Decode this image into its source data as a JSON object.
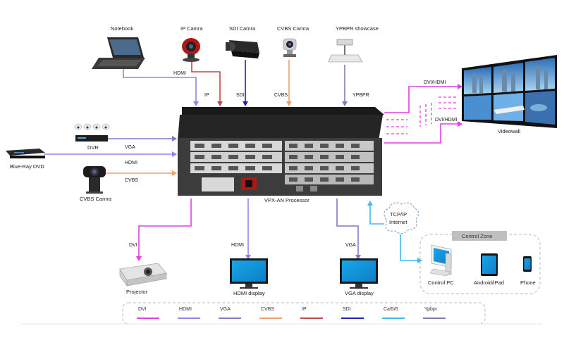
{
  "colors": {
    "dvi": "#e040e0",
    "hdmi": "#9b7fe8",
    "vga": "#8a74c8",
    "cvbs": "#f0a068",
    "ip": "#c04848",
    "sdi": "#2020b8",
    "cat": "#40b8f0",
    "ypbpr": "#8878b0"
  },
  "devices": {
    "notebook": "Notebook",
    "ip_camera": "IP Camra",
    "sdi_camera": "SDI Camra",
    "cvbs_camera_top": "CVBS Camra",
    "ypbpr_showcase": "YPBPR  showcase",
    "dvr": "DVR",
    "bluray": "Blue-Ray DVD",
    "cvbs_camera_left": "CVBS Camra",
    "processor": "VPX-AN Processor",
    "videowall": "Videowall",
    "projector": "Projector",
    "hdmi_display": "HDMI display",
    "vga_display": "VGA  display",
    "control_pc": "Control PC",
    "android_ipad": "Android/iPad",
    "phone": "Phone"
  },
  "connections": {
    "notebook_hdmi": "HDMI",
    "ip": "IP",
    "sdi": "SDI",
    "cvbs_top": "CVBS",
    "ypbpr": "YPBPR",
    "dvr_vga": "VGA",
    "bluray_hdmi": "HDMI",
    "cvbs_left": "CVBS",
    "wall_dvi_1": "DVI/HDMI",
    "wall_dvi_2": "DVI/HDMI",
    "proj_dvi": "DVI",
    "disp_hdmi": "HDMI",
    "disp_vga": "VGA"
  },
  "network": {
    "tcp_line1": "TCP/IP",
    "tcp_line2": "Internet",
    "control_zone": "Control Zone"
  },
  "legend": [
    {
      "label": "DVI",
      "color": "#e040e0"
    },
    {
      "label": "HDMI",
      "color": "#9b7fe8"
    },
    {
      "label": "VGA",
      "color": "#8a74c8"
    },
    {
      "label": "CVBS",
      "color": "#f0a068"
    },
    {
      "label": "IP",
      "color": "#c04848"
    },
    {
      "label": "SDI",
      "color": "#2020b8"
    },
    {
      "label": "Cat5/6",
      "color": "#40b8f0"
    },
    {
      "label": "Ypbpr",
      "color": "#8878b0"
    }
  ]
}
